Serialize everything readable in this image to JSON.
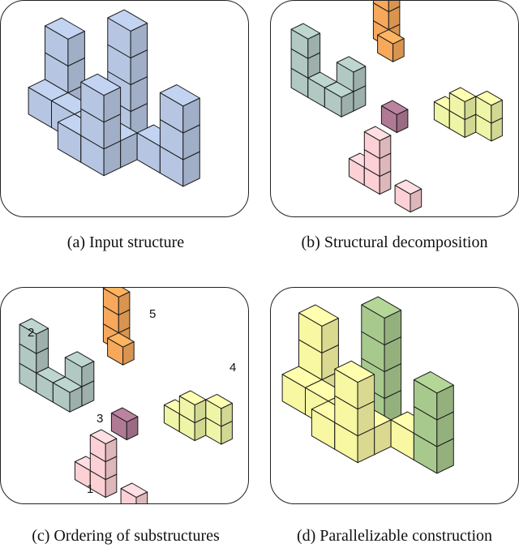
{
  "captions": {
    "a": "(a) Input structure",
    "b": "(b) Structural decomposition",
    "c": "(c) Ordering of substructures",
    "d": "(d) Parallelizable construction"
  },
  "labels": [
    "1",
    "2",
    "3",
    "4",
    "5"
  ],
  "colors": {
    "input": "#b6c6e2",
    "teal": "#b2c8c2",
    "orange": "#f7a85b",
    "purple": "#b07a96",
    "lime": "#eef5a6",
    "pink": "#fcd0d4",
    "yellow": "#f8f7a2",
    "green": "#a8c98e"
  }
}
